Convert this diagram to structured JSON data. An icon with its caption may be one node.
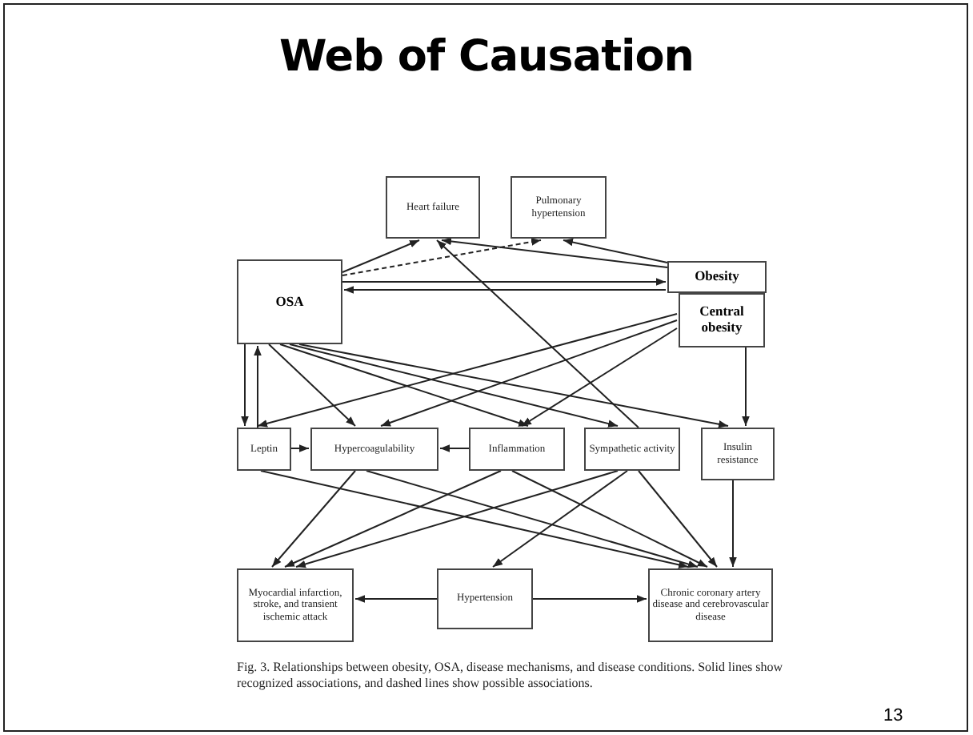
{
  "diagram": {
    "title": "Web of Causation",
    "caption": "Fig. 3. Relationships between obesity, OSA, disease mechanisms, and disease conditions. Solid lines show recognized associations, and dashed lines show possible associations.",
    "nodes": [
      {
        "text": [
          "Heart failure"
        ]
      },
      {
        "text": [
          "Pulmonary hypertension"
        ]
      },
      {
        "text": [
          "OSA"
        ]
      },
      {
        "text": [
          "Obesity"
        ]
      },
      {
        "text": [
          "Central obesity"
        ]
      },
      {
        "text": [
          "Leptin"
        ]
      },
      {
        "text": [
          "Hypercoagulability"
        ]
      },
      {
        "text": [
          "Inflammation"
        ]
      },
      {
        "text": [
          "Sympathetic activity"
        ]
      },
      {
        "text": [
          "Insulin resistance"
        ]
      },
      {
        "text": [
          "Myocardial infarction, stroke, and transient ischemic attack"
        ]
      },
      {
        "text": [
          "Hypertension"
        ]
      },
      {
        "text": [
          "Chronic coronary artery disease and cerebrovascular disease"
        ]
      }
    ],
    "edges": [
      {
        "from": 2,
        "to": 0,
        "arrow": "to"
      },
      {
        "from": 2,
        "to": 1,
        "arrow": "to",
        "style": "dashed"
      },
      {
        "from": 3,
        "to": 0,
        "arrow": "to"
      },
      {
        "from": 3,
        "to": 1,
        "arrow": "to"
      },
      {
        "from": 2,
        "to": 3,
        "arrow": "to"
      },
      {
        "from": 3,
        "to": 2,
        "arrow": "to"
      },
      {
        "from": 8,
        "to": 0,
        "arrow": "to"
      },
      {
        "from": 2,
        "to": 5,
        "arrow": "to"
      },
      {
        "from": 5,
        "to": 2,
        "arrow": "to"
      },
      {
        "from": 2,
        "to": 6,
        "arrow": "to"
      },
      {
        "from": 2,
        "to": 7,
        "arrow": "to"
      },
      {
        "from": 2,
        "to": 8,
        "arrow": "to"
      },
      {
        "from": 2,
        "to": 9,
        "arrow": "to"
      },
      {
        "from": 4,
        "to": 5,
        "arrow": "to"
      },
      {
        "from": 4,
        "to": 6,
        "arrow": "to"
      },
      {
        "from": 4,
        "to": 7,
        "arrow": "to"
      },
      {
        "from": 4,
        "to": 9,
        "arrow": "to"
      },
      {
        "from": 5,
        "to": 6,
        "arrow": "to"
      },
      {
        "from": 7,
        "to": 6,
        "arrow": "to"
      },
      {
        "from": 5,
        "to": 12,
        "arrow": "to"
      },
      {
        "from": 6,
        "to": 10,
        "arrow": "to"
      },
      {
        "from": 6,
        "to": 12,
        "arrow": "to"
      },
      {
        "from": 7,
        "to": 10,
        "arrow": "to"
      },
      {
        "from": 7,
        "to": 12,
        "arrow": "to"
      },
      {
        "from": 8,
        "to": 10,
        "arrow": "to"
      },
      {
        "from": 8,
        "to": 11,
        "arrow": "to"
      },
      {
        "from": 8,
        "to": 12,
        "arrow": "to"
      },
      {
        "from": 9,
        "to": 12,
        "arrow": "to"
      },
      {
        "from": 11,
        "to": 10,
        "arrow": "to"
      },
      {
        "from": 11,
        "to": 12,
        "arrow": "to"
      }
    ],
    "labels": [
      "13"
    ]
  }
}
